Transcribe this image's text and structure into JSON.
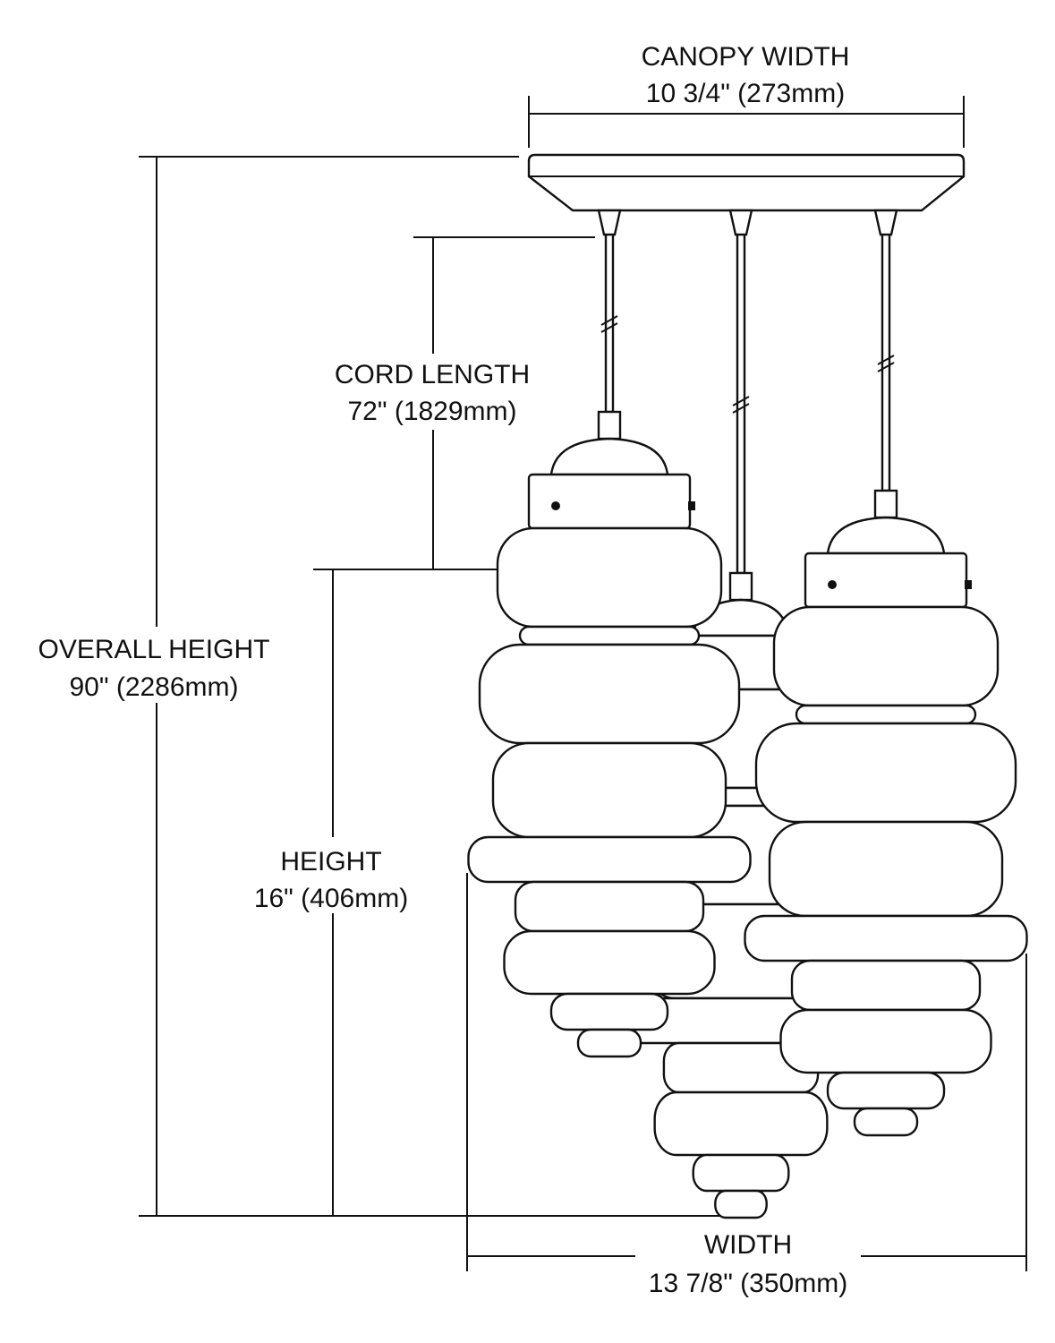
{
  "title": "Three-light pendant dimension drawing",
  "dimensions": {
    "canopy_width": {
      "label": "CANOPY WIDTH",
      "value": "10 3/4\" (273mm)"
    },
    "cord_length": {
      "label": "CORD LENGTH",
      "value": "72\" (1829mm)"
    },
    "overall_height": {
      "label": "OVERALL HEIGHT",
      "value": "90\" (2286mm)"
    },
    "height": {
      "label": "HEIGHT",
      "value": "16\" (406mm)"
    },
    "width": {
      "label": "WIDTH",
      "value": "13 7/8\" (350mm)"
    }
  },
  "colors": {
    "line": "#111111",
    "background": "#ffffff"
  }
}
